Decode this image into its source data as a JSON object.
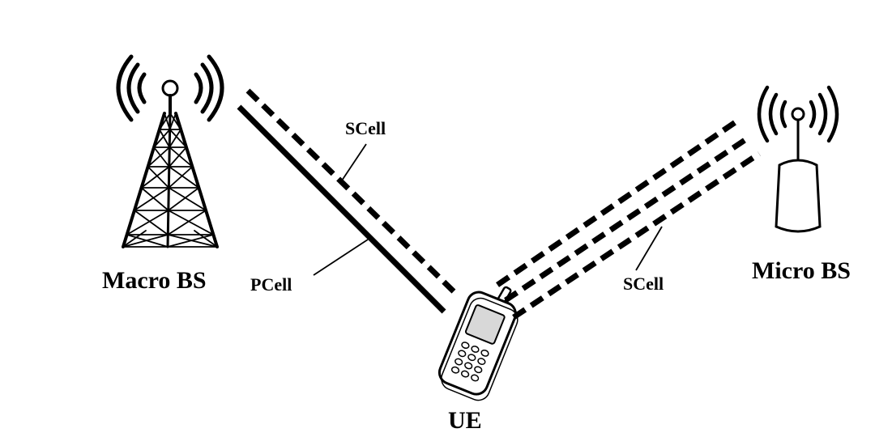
{
  "diagram": {
    "nodes": {
      "macro_bs": {
        "label": "Macro BS",
        "icon": "cell-tower-icon"
      },
      "micro_bs": {
        "label": "Micro BS",
        "icon": "small-cell-antenna-icon"
      },
      "ue": {
        "label": "UE",
        "icon": "mobile-phone-icon"
      }
    },
    "links": {
      "macro_pcell": {
        "label": "PCell",
        "style": "solid"
      },
      "macro_scell": {
        "label": "SCell",
        "style": "dashed"
      },
      "micro_scell": {
        "label": "SCell",
        "style": "dashed",
        "count": 3
      }
    }
  },
  "colors": {
    "ink": "#000000",
    "background": "#ffffff",
    "phone_screen": "#d8d8d8"
  }
}
